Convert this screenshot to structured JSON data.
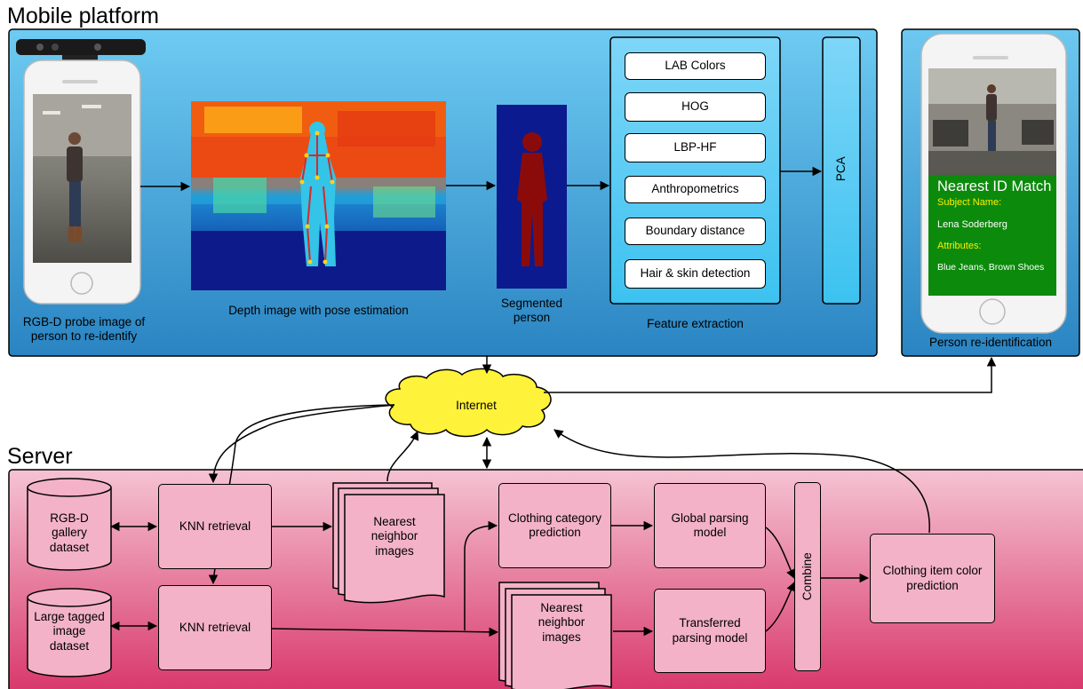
{
  "sections": {
    "mobile_title": "Mobile platform",
    "server_title": "Server"
  },
  "mobile": {
    "probe_caption": "RGB-D probe image of\nperson to re-identify",
    "depth_caption": "Depth image with pose estimation",
    "segmented_caption": "Segmented\nperson",
    "feature_caption": "Feature extraction",
    "features": [
      "LAB Colors",
      "HOG",
      "LBP-HF",
      "Anthropometrics",
      "Boundary distance",
      "Hair & skin detection"
    ],
    "pca_label": "PCA",
    "reid_caption": "Person re-identification",
    "match_panel": {
      "heading": "Nearest ID Match",
      "subject_label": "Subject Name:",
      "subject_value": "Lena Soderberg",
      "attributes_label": "Attributes:",
      "attributes_value": "Blue Jeans, Brown Shoes"
    }
  },
  "internet_label": "Internet",
  "server": {
    "db_rgbd": "RGB-D\ngallery\ndataset",
    "db_large": "Large tagged\nimage\ndataset",
    "knn_top": "KNN retrieval",
    "knn_bottom": "KNN retrieval",
    "nn_images_top": "Nearest\nneighbor\nimages",
    "nn_images_bottom": "Nearest\nneighbor\nimages",
    "clothing_category": "Clothing category\nprediction",
    "global_parsing": "Global parsing\nmodel",
    "transferred_parsing": "Transferred\nparsing model",
    "combine": "Combine",
    "color_prediction": "Clothing item color\nprediction"
  },
  "colors": {
    "mobile_top": "#6ecbf2",
    "mobile_bottom": "#2b86c4",
    "server_top": "#f3bccd",
    "server_bottom": "#dc3f72",
    "cloud": "#fff23a",
    "pink_box": "#f3b2c8",
    "match_green": "#0c8a0c",
    "match_yellow": "#ffee00"
  }
}
